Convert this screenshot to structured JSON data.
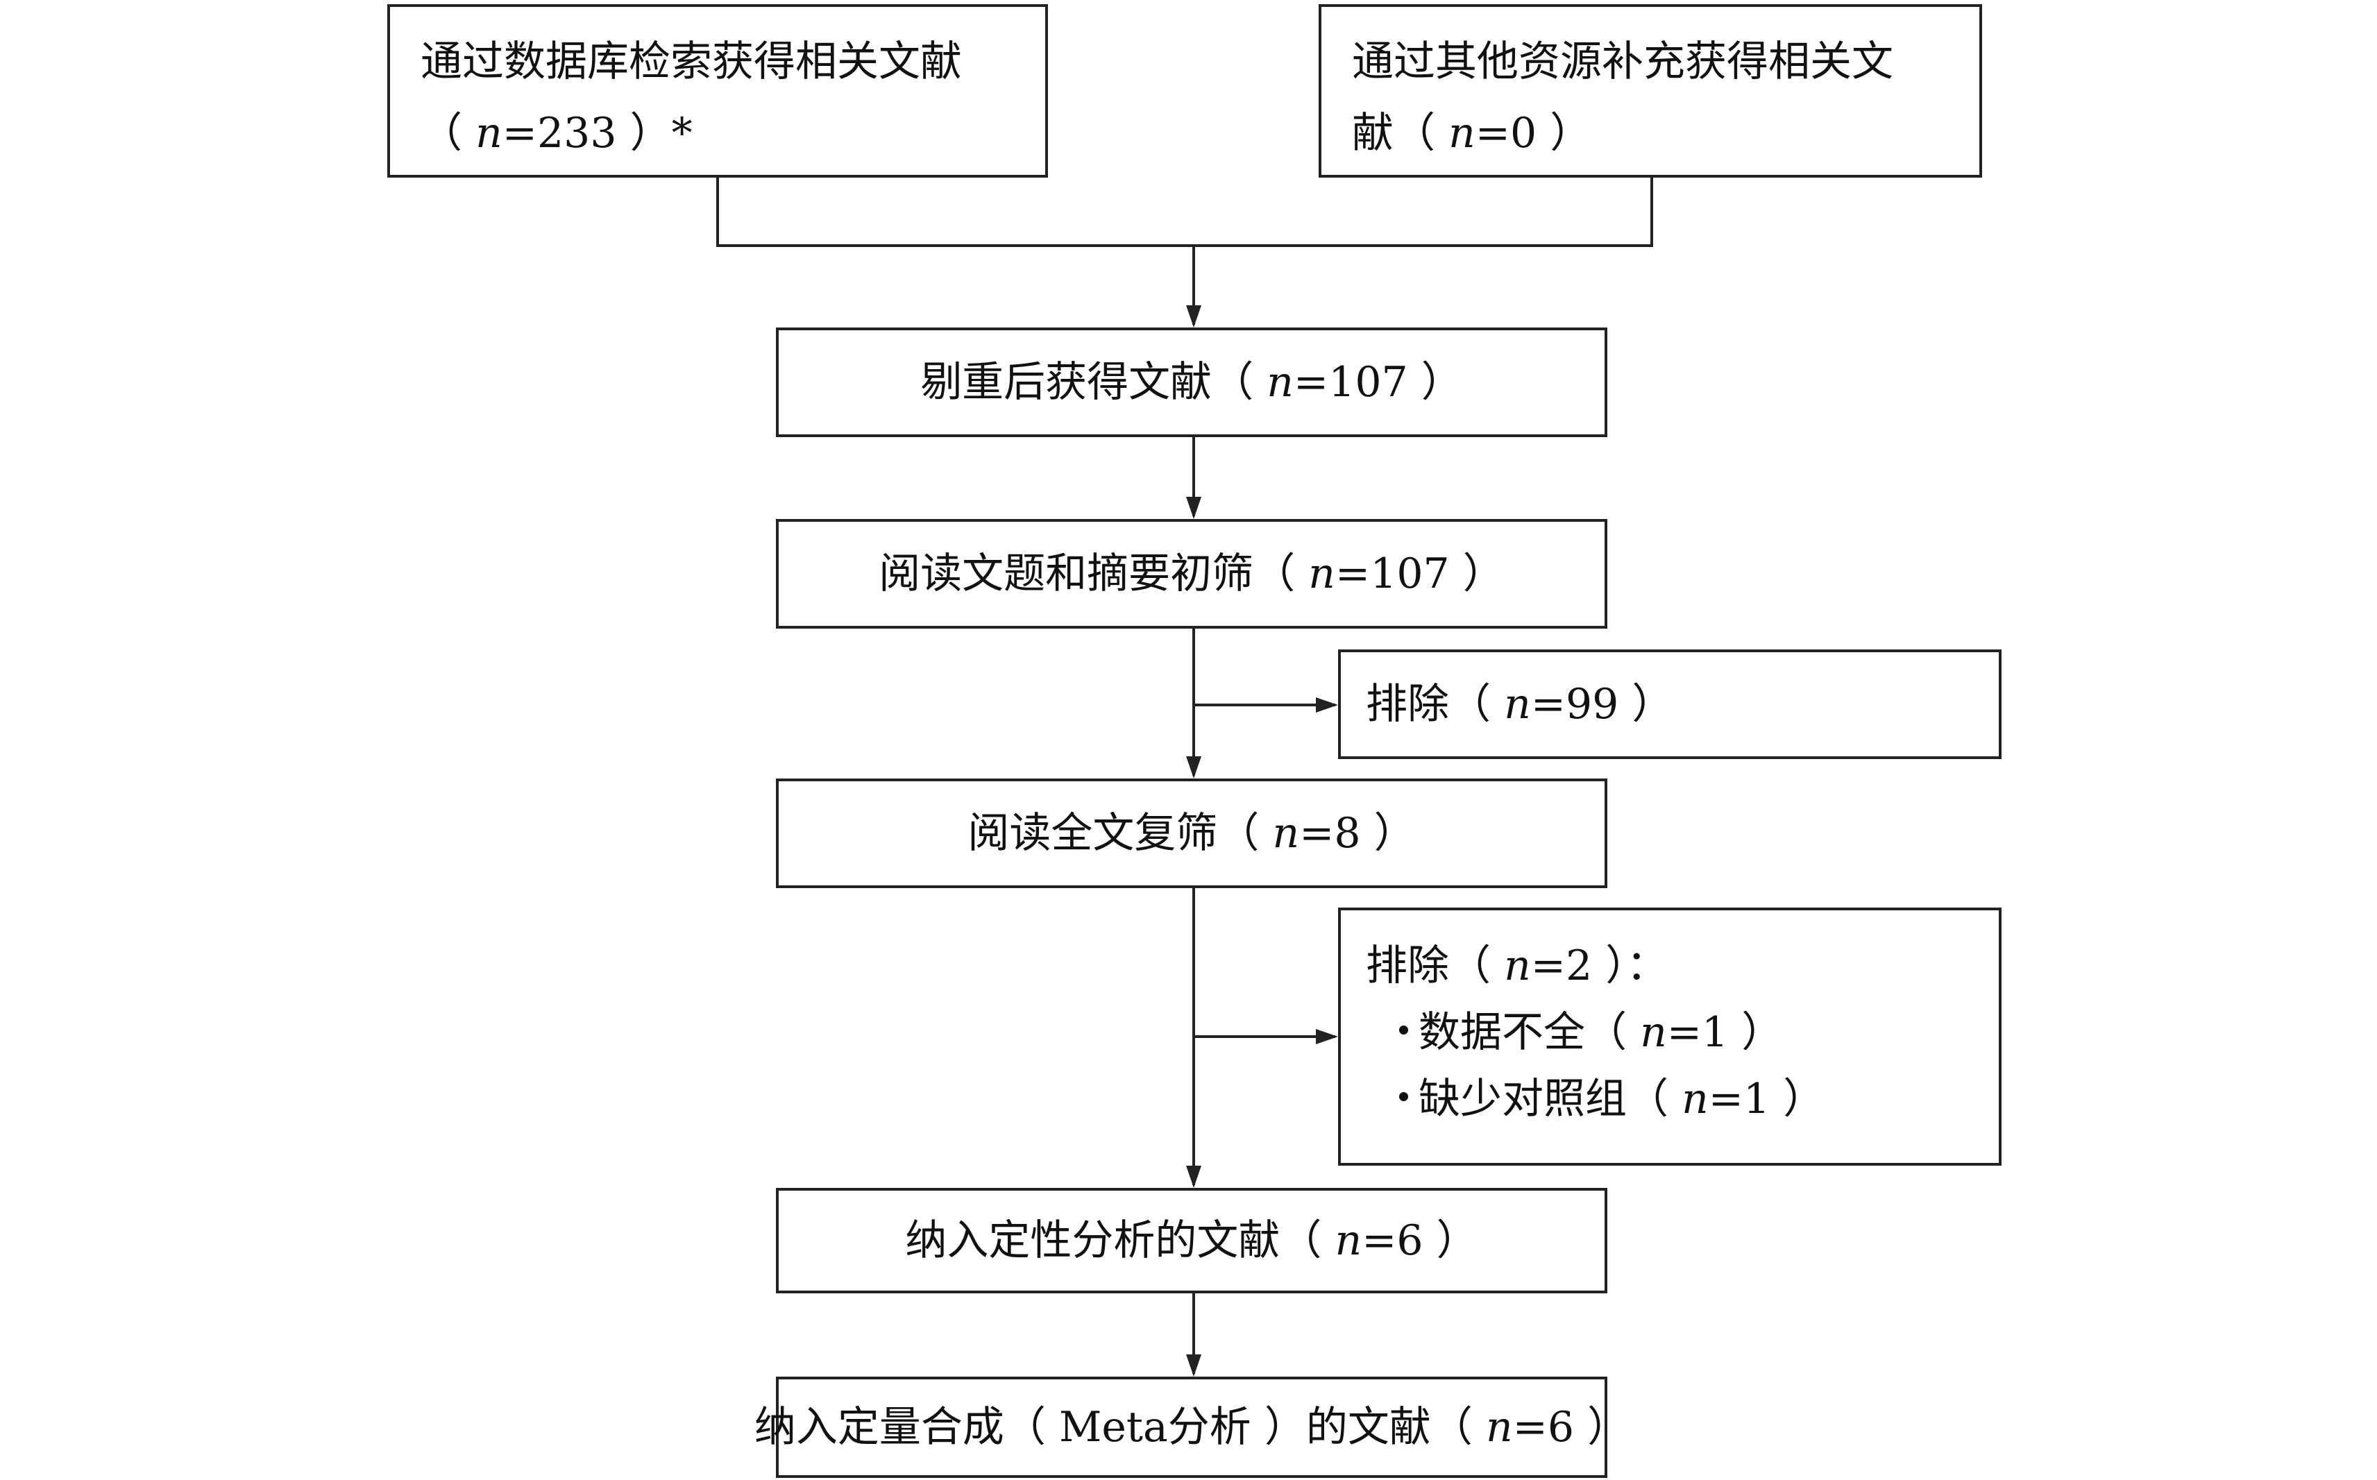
{
  "flowchart": {
    "sources": {
      "database": {
        "label": "通过数据库检索获得相关文献",
        "count": "（ n=233 ）*"
      },
      "other": {
        "label_line1": "通过其他资源补充获得相关文",
        "label_line2": "献（ n=0 ）"
      }
    },
    "dedup": {
      "label": "剔重后获得文献（ n=107 ）"
    },
    "screen_title_abstract": {
      "label": "阅读文题和摘要初筛（ n=107 ）"
    },
    "exclusion_1": {
      "label": "排除（ n=99 ）"
    },
    "screen_fulltext": {
      "label": "阅读全文复筛（ n=8 ）"
    },
    "exclusion_2": {
      "label": "排除（ n=2 ）：",
      "reasons": [
        {
          "text": "数据不全（ n=1 ）"
        },
        {
          "text": "缺少对照组（ n=1 ）"
        }
      ]
    },
    "qualitative": {
      "label": "纳入定性分析的文献（ n=6 ）"
    },
    "quantitative": {
      "label": "纳入定量合成（ Meta分析 ）的文献（ n=6 ）"
    }
  }
}
